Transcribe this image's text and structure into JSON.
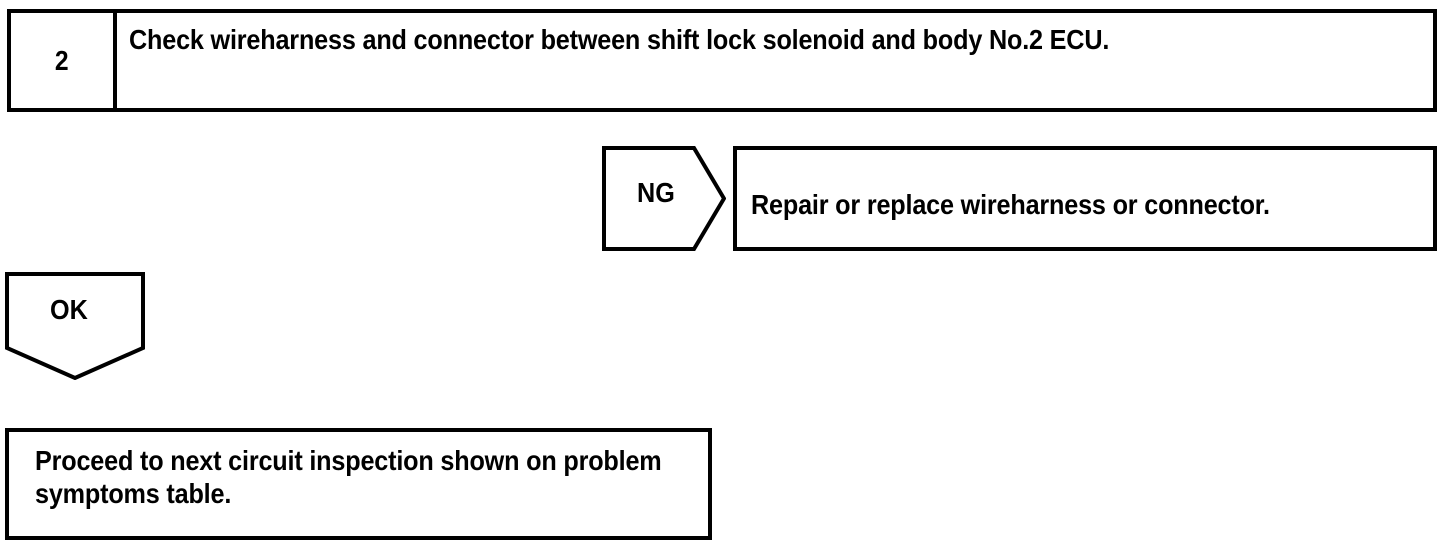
{
  "document": {
    "kind": "troubleshooting-flow-chart"
  },
  "step": {
    "number": "2",
    "instruction": "Check wireharness and connector between shift lock solenoid and body No.2 ECU."
  },
  "branches": {
    "ng": {
      "label": "NG",
      "outcome": "Repair or replace wireharness or connector."
    },
    "ok": {
      "label": "OK",
      "outcome": "Proceed to next circuit inspection shown on problem symptoms table."
    }
  },
  "style": {
    "line_color": "#000000",
    "background_color": "#ffffff",
    "text_color": "#000000"
  }
}
